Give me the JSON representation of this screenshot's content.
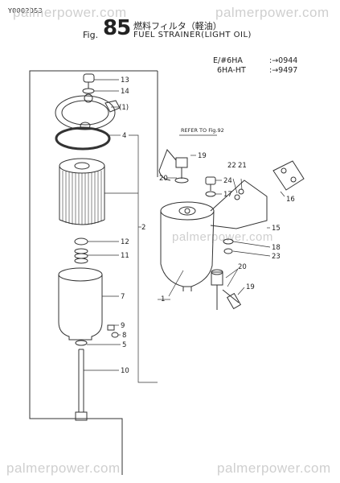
{
  "header": {
    "doc_id": "Y0002053",
    "fig_prefix": "Fig.",
    "fig_number": "85",
    "title_ja": "燃料フィルタ（軽油）",
    "title_en": "FUEL STRAINER(LIGHT OIL)"
  },
  "watermark": {
    "text": "palmerpower.com"
  },
  "serials": [
    {
      "model": "E/#6HA",
      "serial": ":→0944"
    },
    {
      "model": "6HA-HT",
      "serial": ":→9497"
    }
  ],
  "refer_note": "REFER TO Fig.92",
  "callouts": [
    "13",
    "14",
    "(1)",
    "4",
    "2",
    "12",
    "11",
    "7",
    "9",
    "8",
    "5",
    "10",
    "1",
    "19",
    "20",
    "22",
    "21",
    "24",
    "17",
    "16",
    "15",
    "18",
    "23",
    "20",
    "19"
  ]
}
